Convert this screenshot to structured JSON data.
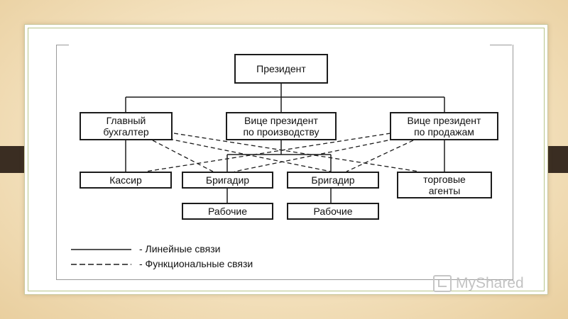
{
  "diagram": {
    "nodes": {
      "president": "Президент",
      "chief_accountant": "Главный\nбухгалтер",
      "vp_production": "Вице президент\nпо производству",
      "vp_sales": "Вице президент\nпо продажам",
      "cashier": "Кассир",
      "foreman_1": "Бригадир",
      "foreman_2": "Бригадир",
      "sales_agents": "торговые\nагенты",
      "workers_1": "Рабочие",
      "workers_2": "Рабочие"
    },
    "legend": {
      "linear": "- Линейные связи",
      "functional": "- Функциональные связи"
    }
  },
  "watermark": "MyShared",
  "colors": {
    "background": "#f2dfba",
    "slide": "#ffffff",
    "tab": "#3a2d22",
    "line": "#1c1c1c"
  }
}
